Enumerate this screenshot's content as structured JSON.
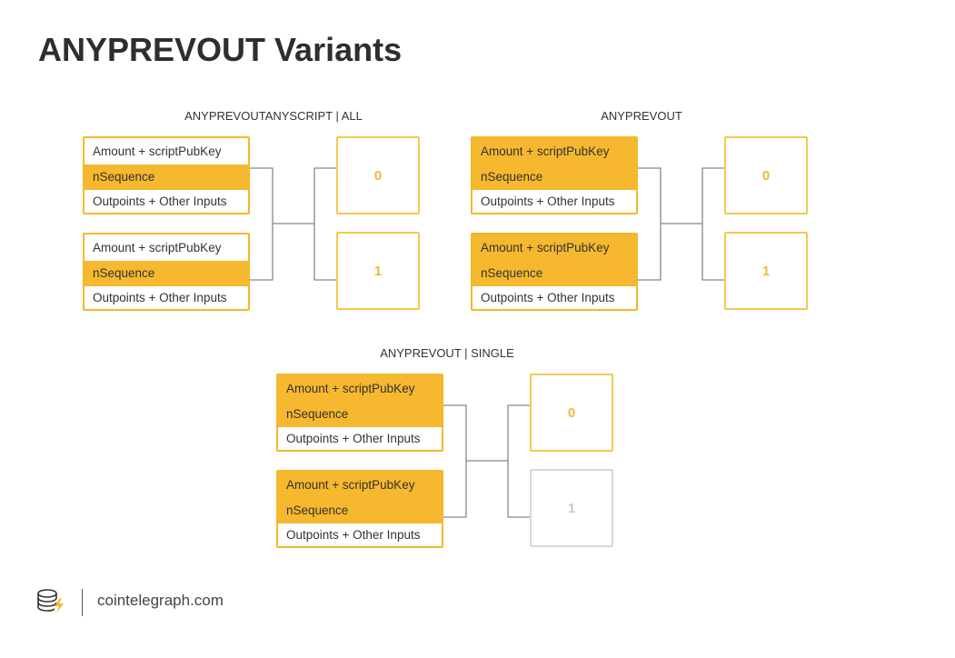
{
  "title": "ANYPREVOUT Variants",
  "diagrams": [
    {
      "title": "ANYPREVOUTANYSCRIPT | ALL",
      "inputs": [
        {
          "rows": [
            {
              "label": "Amount + scriptPubKey",
              "highlighted": false
            },
            {
              "label": "nSequence",
              "highlighted": true
            },
            {
              "label": "Outpoints + Other Inputs",
              "highlighted": false
            }
          ]
        },
        {
          "rows": [
            {
              "label": "Amount + scriptPubKey",
              "highlighted": false
            },
            {
              "label": "nSequence",
              "highlighted": true
            },
            {
              "label": "Outpoints + Other Inputs",
              "highlighted": false
            }
          ]
        }
      ],
      "outputs": [
        {
          "label": "0",
          "active": true
        },
        {
          "label": "1",
          "active": true
        }
      ]
    },
    {
      "title": "ANYPREVOUT",
      "inputs": [
        {
          "rows": [
            {
              "label": "Amount + scriptPubKey",
              "highlighted": true
            },
            {
              "label": "nSequence",
              "highlighted": true
            },
            {
              "label": "Outpoints + Other Inputs",
              "highlighted": false
            }
          ]
        },
        {
          "rows": [
            {
              "label": "Amount + scriptPubKey",
              "highlighted": true
            },
            {
              "label": "nSequence",
              "highlighted": true
            },
            {
              "label": "Outpoints + Other Inputs",
              "highlighted": false
            }
          ]
        }
      ],
      "outputs": [
        {
          "label": "0",
          "active": true
        },
        {
          "label": "1",
          "active": true
        }
      ]
    },
    {
      "title": "ANYPREVOUT | SINGLE",
      "inputs": [
        {
          "rows": [
            {
              "label": "Amount + scriptPubKey",
              "highlighted": true
            },
            {
              "label": "nSequence",
              "highlighted": true
            },
            {
              "label": "Outpoints + Other Inputs",
              "highlighted": false
            }
          ]
        },
        {
          "rows": [
            {
              "label": "Amount + scriptPubKey",
              "highlighted": true
            },
            {
              "label": "nSequence",
              "highlighted": true
            },
            {
              "label": "Outpoints + Other Inputs",
              "highlighted": false
            }
          ]
        }
      ],
      "outputs": [
        {
          "label": "0",
          "active": true
        },
        {
          "label": "1",
          "active": false
        }
      ]
    }
  ],
  "footer": {
    "site": "cointelegraph.com"
  },
  "colors": {
    "highlight": "#f5b82e",
    "border": "#f3b92a",
    "inactive": "#d8d8d8",
    "line": "#888888"
  }
}
